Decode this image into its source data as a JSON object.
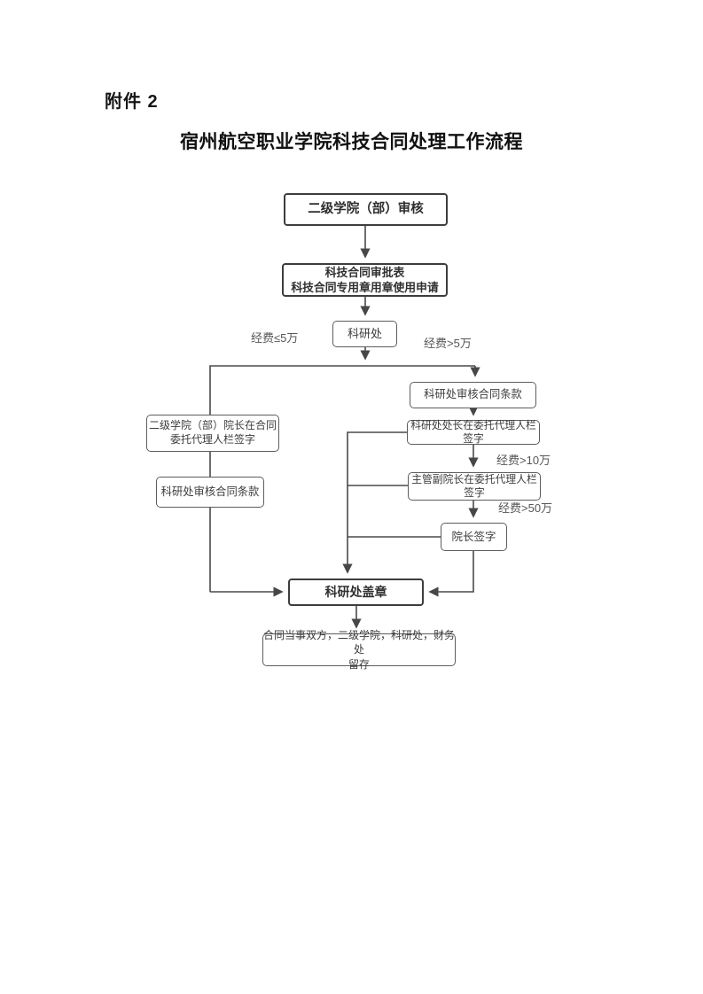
{
  "page": {
    "attachment_label": "附件 2",
    "title": "宿州航空职业学院科技合同处理工作流程"
  },
  "flowchart": {
    "nodes": {
      "review": "二级学院（部）审核",
      "forms": "科技合同审批表\n科技合同专用章用章使用申请",
      "keyan_office": "科研处",
      "left_dean_sign": "二级学院（部）院长在合同\n委托代理人栏签字",
      "left_review_terms": "科研处审核合同条款",
      "right_review_terms": "科研处审核合同条款",
      "right_director_sign": "科研处处长在委托代理人栏签字",
      "right_vice_president_sign": "主管副院长在委托代理人栏\n签字",
      "right_president_sign": "院长签字",
      "stamp": "科研处盖章",
      "final_keep": "合同当事双方，二级学院，科研处，财务处\n留存"
    },
    "edge_labels": {
      "le_5w": "经费≤5万",
      "gt_5w": "经费>5万",
      "gt_10w": "经费>10万",
      "gt_50w": "经费>50万"
    }
  }
}
